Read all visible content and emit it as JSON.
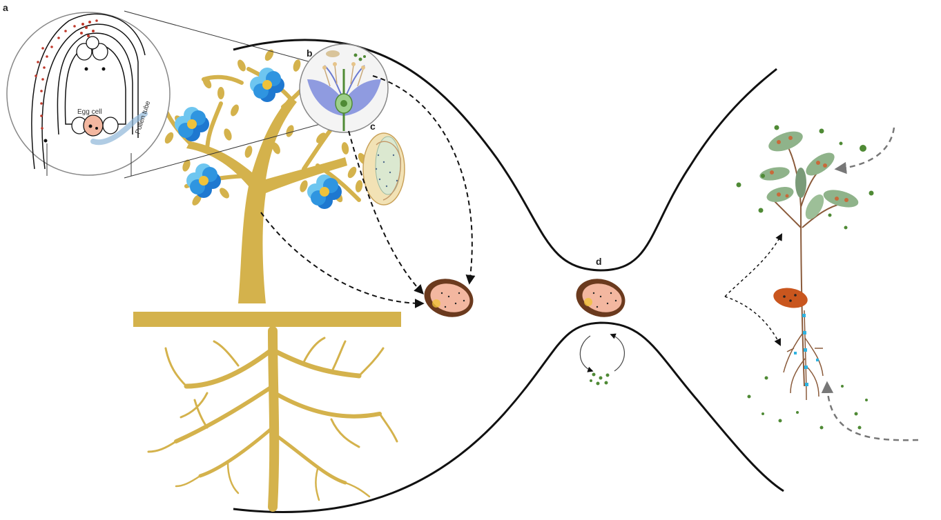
{
  "panels": {
    "a": "a",
    "b": "b",
    "c": "c",
    "d": "d"
  },
  "inset_a": {
    "egg_cell_label": "Egg cell",
    "pollen_tube_label": "Pollen tube"
  },
  "colors": {
    "tree": "#d4b24c",
    "flower_light": "#6ec6f0",
    "flower_dark": "#1e78d0",
    "flower_center": "#f0c23a",
    "seed_outer": "#6b3a1e",
    "seed_inner": "#f3b7a0",
    "microbe_green": "#4f8a35",
    "microbe_red": "#c0392b",
    "seedling_leaf": "#8fb38a",
    "seedling_spot": "#c86a3a",
    "outline": "#111111"
  }
}
